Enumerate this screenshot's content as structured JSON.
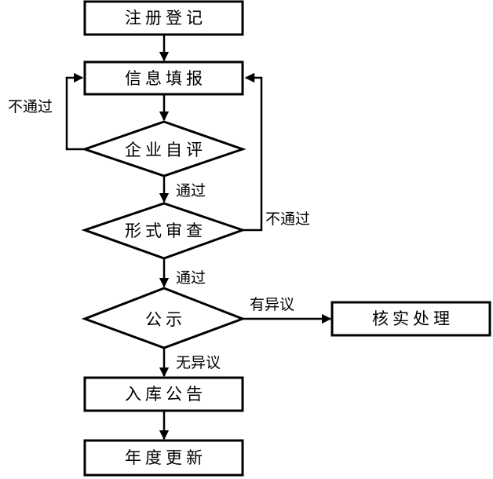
{
  "nodes": {
    "register": "注册登记",
    "info_fill": "信息填报",
    "self_eval": "企业自评",
    "formal_review": "形式审查",
    "publicity": "公示",
    "verify": "核实处理",
    "announce": "入库公告",
    "annual_update": "年度更新"
  },
  "edges": {
    "self_eval_pass": "通过",
    "self_eval_fail": "不通过",
    "review_pass": "通过",
    "review_fail": "不通过",
    "no_objection": "无异议",
    "has_objection": "有异议"
  }
}
